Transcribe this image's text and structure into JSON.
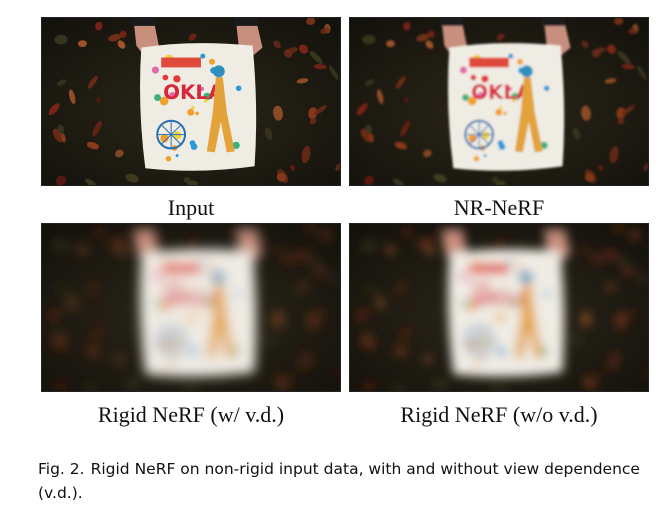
{
  "figure": {
    "panels": [
      {
        "id": "input",
        "label": "Input",
        "blur": 0
      },
      {
        "id": "nr-nerf",
        "label": "NR-NeRF",
        "blur": 1.2
      },
      {
        "id": "rigid-vd",
        "label": "Rigid NeRF (w/ v.d.)",
        "blur": 6
      },
      {
        "id": "rigid-novd",
        "label": "Rigid NeRF (w/o v.d.)",
        "blur": 5
      }
    ],
    "caption_label": "Fig. 2.",
    "caption_text": "Rigid NeRF on non-rigid input data, with and without view dependence (v.d.).",
    "shirt_text": "OKLA"
  }
}
